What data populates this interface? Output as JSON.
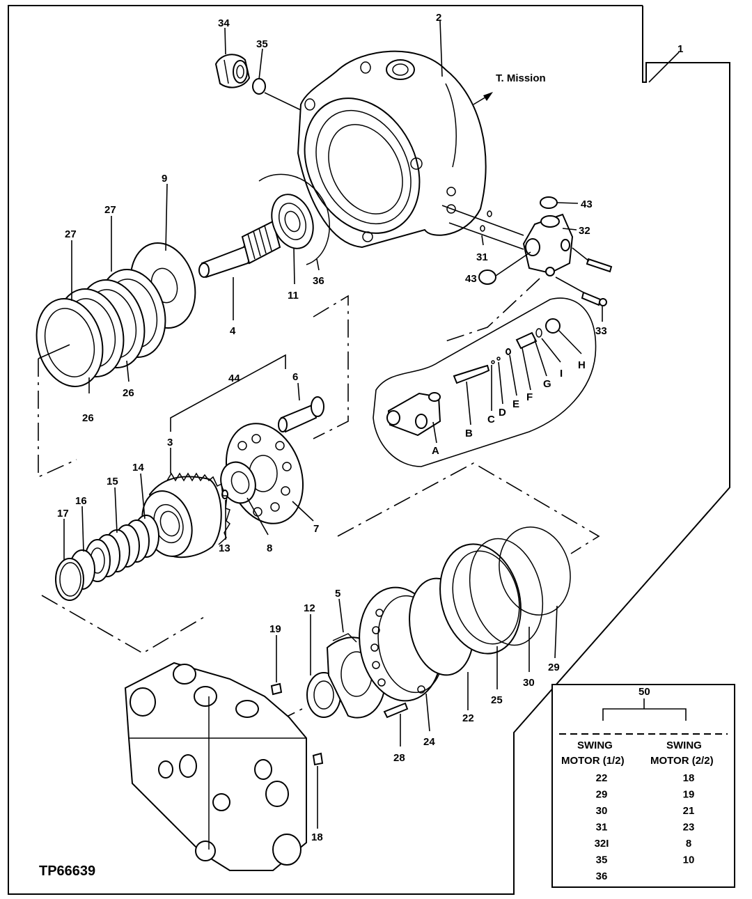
{
  "figure_code": "TP66639",
  "transmission_label": "T. Mission",
  "labels": {
    "l1": "1",
    "l2": "2",
    "l3": "3",
    "l4": "4",
    "l5": "5",
    "l6": "6",
    "l7": "7",
    "l8": "8",
    "l9": "9",
    "l11": "11",
    "l12": "12",
    "l13": "13",
    "l14": "14",
    "l15": "15",
    "l16": "16",
    "l17": "17",
    "l18": "18",
    "l19": "19",
    "l22": "22",
    "l24": "24",
    "l25": "25",
    "l26a": "26",
    "l26b": "26",
    "l27a": "27",
    "l27b": "27",
    "l28": "28",
    "l29": "29",
    "l30": "30",
    "l31": "31",
    "l32": "32",
    "l33": "33",
    "l34": "34",
    "l35": "35",
    "l36": "36",
    "l43a": "43",
    "l43b": "43",
    "l44": "44",
    "lA": "A",
    "lB": "B",
    "lC": "C",
    "lD": "D",
    "lE": "E",
    "lF": "F",
    "lG": "G",
    "lH": "H",
    "lI": "I"
  },
  "kit_table": {
    "number": "50",
    "left_heading_1": "SWING",
    "left_heading_2": "MOTOR (1/2)",
    "right_heading_1": "SWING",
    "right_heading_2": "MOTOR (2/2)",
    "left_items": [
      "22",
      "29",
      "30",
      "31",
      "32I",
      "35",
      "36"
    ],
    "right_items": [
      "18",
      "19",
      "21",
      "23",
      "8",
      "10"
    ]
  }
}
